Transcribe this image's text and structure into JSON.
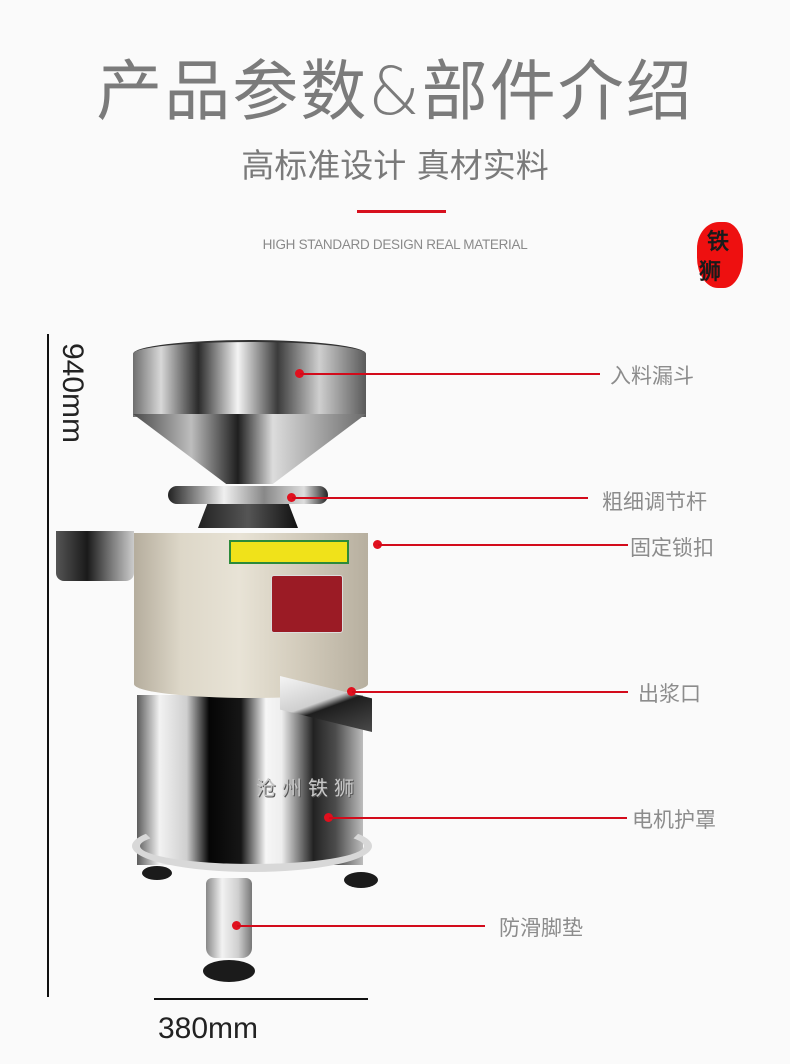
{
  "header": {
    "title": "产品参数&部件介绍",
    "subtitle": "高标准设计 真材实料",
    "english_subtitle": "HIGH STANDARD DESIGN REAL MATERIAL",
    "accent_color": "#d7101e"
  },
  "seal": {
    "chars": [
      "铁",
      "狮"
    ],
    "color": "#ee1010"
  },
  "dimensions": {
    "height": "940mm",
    "width": "380mm"
  },
  "machine": {
    "engraving": "沧州铁狮",
    "image_alt": "stainless steel soymilk grinder machine"
  },
  "callouts": [
    {
      "label": "入料漏斗"
    },
    {
      "label": "粗细调节杆"
    },
    {
      "label": "固定锁扣"
    },
    {
      "label": "出浆口"
    },
    {
      "label": "电机护罩"
    },
    {
      "label": "防滑脚垫"
    }
  ],
  "colors": {
    "background": "#fafafa",
    "callout_line": "#d30b1b",
    "label_text": "#8c8c8c",
    "title_text": "#7b7b7b"
  }
}
